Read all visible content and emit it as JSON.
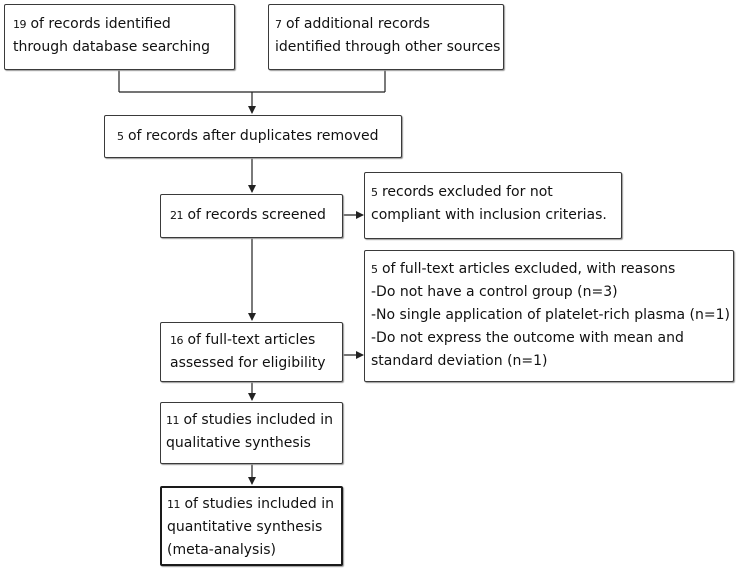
{
  "flowchart": {
    "identified_db": {
      "num": "19",
      "lines": [
        "of records identified",
        "through database searching"
      ]
    },
    "identified_other": {
      "num": "7",
      "lines": [
        "of additional records",
        "identified through other sources"
      ]
    },
    "after_duplicates": {
      "num": "5",
      "lines": [
        "of records after duplicates removed"
      ]
    },
    "screened": {
      "num": "21",
      "lines": [
        "of records screened"
      ]
    },
    "excluded_screen": {
      "num": "5",
      "lines": [
        "records excluded for not",
        "compliant with inclusion criterias."
      ]
    },
    "full_text": {
      "num": "16",
      "lines": [
        "of full-text articles",
        "assessed for eligibility"
      ]
    },
    "excluded_full": {
      "num": "5",
      "lines": [
        "of full-text articles excluded, with reasons",
        "-Do not have a control group (n=3)",
        "-No single application of platelet-rich plasma (n=1)",
        "-Do not express the outcome with mean and",
        "standard deviation (n=1)"
      ]
    },
    "qualitative": {
      "num": "11",
      "lines": [
        "of studies included in",
        "qualitative synthesis"
      ]
    },
    "quantitative": {
      "num": "11",
      "lines": [
        "of studies included in",
        "quantitative synthesis",
        "(meta-analysis)"
      ]
    }
  }
}
